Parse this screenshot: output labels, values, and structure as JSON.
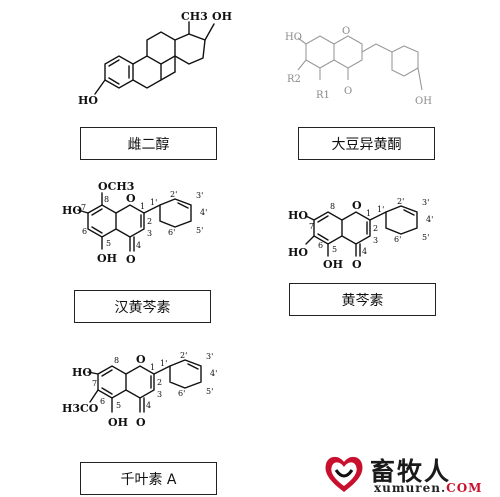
{
  "structures": {
    "estradiol": {
      "caption": "雌二醇",
      "labels": {
        "ho": "HO",
        "ch3": "CH3",
        "oh": "OH"
      }
    },
    "isoflavone": {
      "caption": "大豆异黄酮",
      "labels": {
        "ho": "HO",
        "r2": "R2",
        "r1": "R1",
        "o_ring": "O",
        "o_carbonyl": "O",
        "oh": "OH"
      }
    },
    "wogonin": {
      "caption": "汉黄芩素",
      "labels": {
        "och3": "OCH3",
        "ho_7": "HO",
        "oh_5": "OH",
        "o_ring": "O",
        "o_carbonyl": "O"
      },
      "numbers": [
        "8",
        "7",
        "6",
        "5",
        "1",
        "2",
        "3",
        "4",
        "2'",
        "3'",
        "4'",
        "5'",
        "6'",
        "1'"
      ]
    },
    "baicalein": {
      "caption": "黄芩素",
      "labels": {
        "ho_7": "HO",
        "ho_6": "HO",
        "oh_5": "OH",
        "o_ring": "O",
        "o_carbonyl": "O"
      },
      "numbers": [
        "8",
        "7",
        "6",
        "5",
        "1",
        "2",
        "3",
        "4",
        "2'",
        "3'",
        "4'",
        "5'",
        "6'",
        "1'"
      ]
    },
    "hispidulin": {
      "caption": "千叶素 A",
      "labels": {
        "ho_7": "HO",
        "h3co_6": "H3CO",
        "oh_5": "OH",
        "o_ring": "O",
        "o_carbonyl": "O"
      },
      "numbers": [
        "8",
        "7",
        "6",
        "5",
        "1",
        "2",
        "3",
        "4",
        "2'",
        "3'",
        "4'",
        "5'",
        "6'",
        "1'"
      ]
    }
  },
  "logo": {
    "cn": "畜牧人",
    "en_main": "xumuren.",
    "en_accent": "COM",
    "mark_color": "#c8102e"
  }
}
